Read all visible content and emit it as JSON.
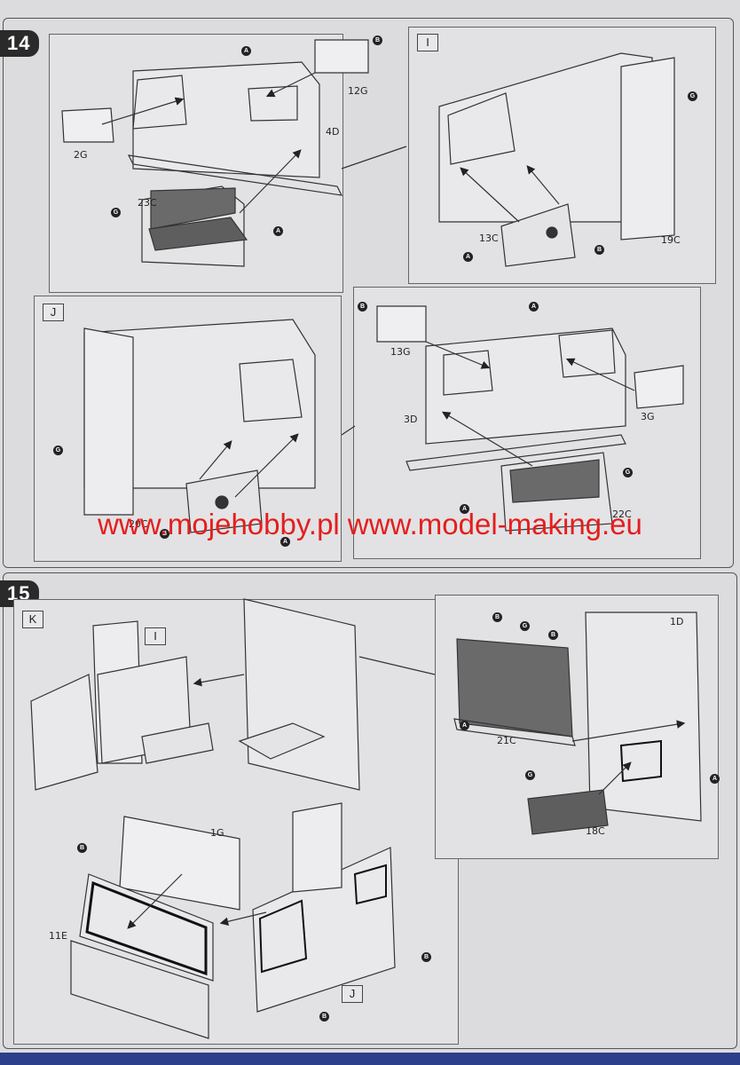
{
  "steps": [
    {
      "number": "14"
    },
    {
      "number": "15"
    }
  ],
  "subassemblies": {
    "i": "I",
    "j": "J",
    "k": "K"
  },
  "parts": {
    "p2g": "2G",
    "p12g": "12G",
    "p4d": "4D",
    "p23c": "23C",
    "p13c": "13C",
    "p19c": "19C",
    "p20c": "20C",
    "p13g": "13G",
    "p3d": "3D",
    "p3g": "3G",
    "p22c": "22C",
    "p1g": "1G",
    "p11e": "11E",
    "p1d": "1D",
    "p21c": "21C",
    "p18c": "18C"
  },
  "callouts": {
    "a": "A",
    "b": "B",
    "g": "G"
  },
  "watermark": "www.mojehobby.pl www.model-making.eu",
  "colors": {
    "watermark": "#e41e1e",
    "line": "#333333",
    "paper": "#dcdcde",
    "seat": "#6a6a6a"
  }
}
